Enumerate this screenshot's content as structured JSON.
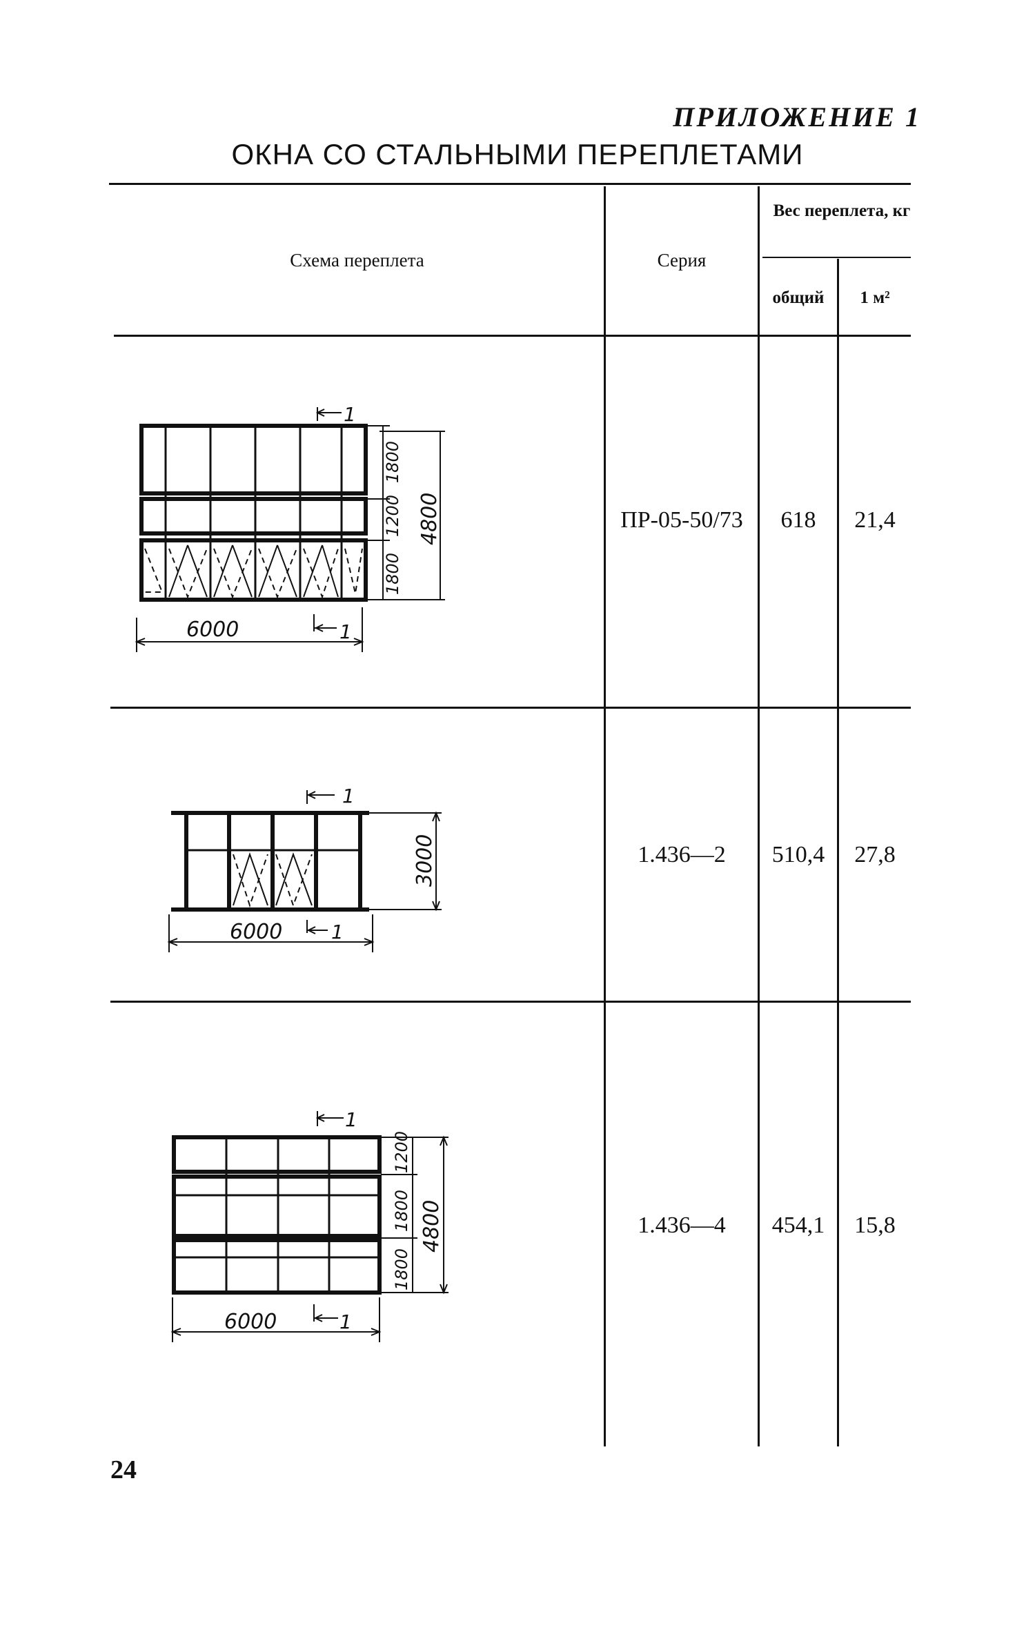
{
  "appendix": "ПРИЛОЖЕНИЕ 1",
  "title": "ОКНА СО СТАЛЬНЫМИ ПЕРЕПЛЕТАМИ",
  "table": {
    "headers": {
      "scheme": "Схема переплета",
      "series": "Серия",
      "weight": "Вес переплета, кг",
      "total": "общий",
      "per_m2": "1 м²"
    },
    "rows": [
      {
        "series": "ПР-05-50/73",
        "total": "618",
        "per_m2": "21,4",
        "drawing": {
          "width": "6000",
          "height": "4800",
          "sections": [
            "1800",
            "1200",
            "1800"
          ],
          "cut": "1"
        }
      },
      {
        "series": "1.436—2",
        "total": "510,4",
        "per_m2": "27,8",
        "drawing": {
          "width": "6000",
          "height": "3000",
          "cut": "1"
        }
      },
      {
        "series": "1.436—4",
        "total": "454,1",
        "per_m2": "15,8",
        "drawing": {
          "width": "6000",
          "height": "4800",
          "sections": [
            "1200",
            "1800",
            "1800"
          ],
          "cut": "1"
        }
      }
    ]
  },
  "page_number": "24"
}
